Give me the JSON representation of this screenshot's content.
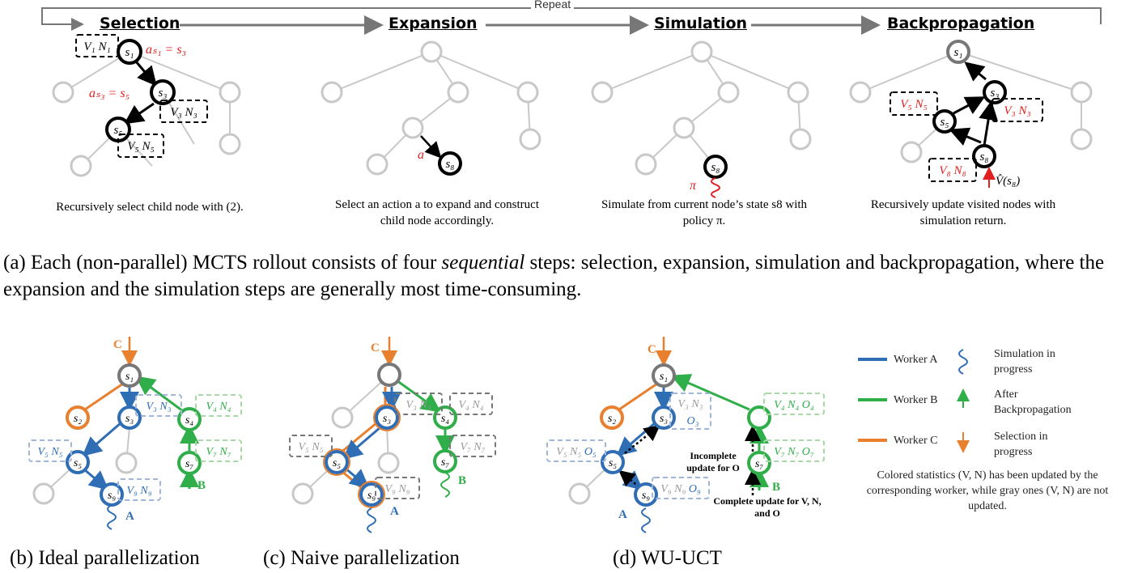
{
  "top": {
    "repeat_label": "Repeat",
    "steps": [
      {
        "title": "Selection",
        "caption": "Recursively select child node with (2)."
      },
      {
        "title": "Expansion",
        "caption": "Select an action a to expand and construct child node accordingly."
      },
      {
        "title": "Simulation",
        "caption": "Simulate from current node’s state s8 with policy π."
      },
      {
        "title": "Backpropagation",
        "caption": "Recursively update visited nodes with simulation return."
      }
    ],
    "main_caption_prefix": "(a) Each (non-parallel) MCTS rollout consists of four ",
    "main_caption_em": "sequential",
    "main_caption_suffix": " steps: selection, expansion, simulation and backpropagation, where the expansion and the simulation steps are generally most time-consuming."
  },
  "panels": {
    "b": "(b) Ideal parallelization",
    "c": "(c) Naive parallelization",
    "d": "(d) WU-UCT"
  },
  "legend": {
    "worker_a": "Worker A",
    "worker_b": "Worker B",
    "worker_c": "Worker C",
    "simulation": "Simulation in progress",
    "after_backprop": "After Backpropagation",
    "selection": "Selection in progress",
    "note": "Colored statistics (V, N) has been updated by the corresponding worker, while gray ones (V, N) are not updated."
  },
  "labels": {
    "incomplete": "Incomplete update for O",
    "complete": "Complete update for V, N, and O",
    "worker_letters": [
      "A",
      "B",
      "C"
    ]
  },
  "colors": {
    "blue": "#2f6db5",
    "green": "#2fae4a",
    "orange": "#e8802f",
    "red": "#e02020",
    "gray": "#bdbdbd"
  }
}
